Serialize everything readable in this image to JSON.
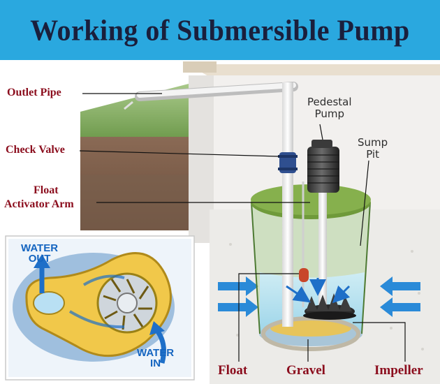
{
  "title": "Working of Submersible Pump",
  "labels": {
    "outlet_pipe": "Outlet Pipe",
    "check_valve": "Check Valve",
    "float_activator_arm_line1": "Float",
    "float_activator_arm_line2": "Activator Arm",
    "pedestal_pump_line1": "Pedestal",
    "pedestal_pump_line2": "Pump",
    "sump_pit_line1": "Sump",
    "sump_pit_line2": "Pit",
    "float": "Float",
    "gravel": "Gravel",
    "impeller": "Impeller"
  },
  "inset": {
    "water_out_line1": "WATER",
    "water_out_line2": "OUT",
    "water_in_line1": "WATER",
    "water_in_line2": "IN"
  },
  "colors": {
    "title_band": "#2aa8df",
    "title_text": "#1a1f3c",
    "label_text": "#8b0d1d",
    "lid": "#6f9a3a",
    "water": "#bfe6f5",
    "flow_arrows": "#1e6fc8"
  }
}
